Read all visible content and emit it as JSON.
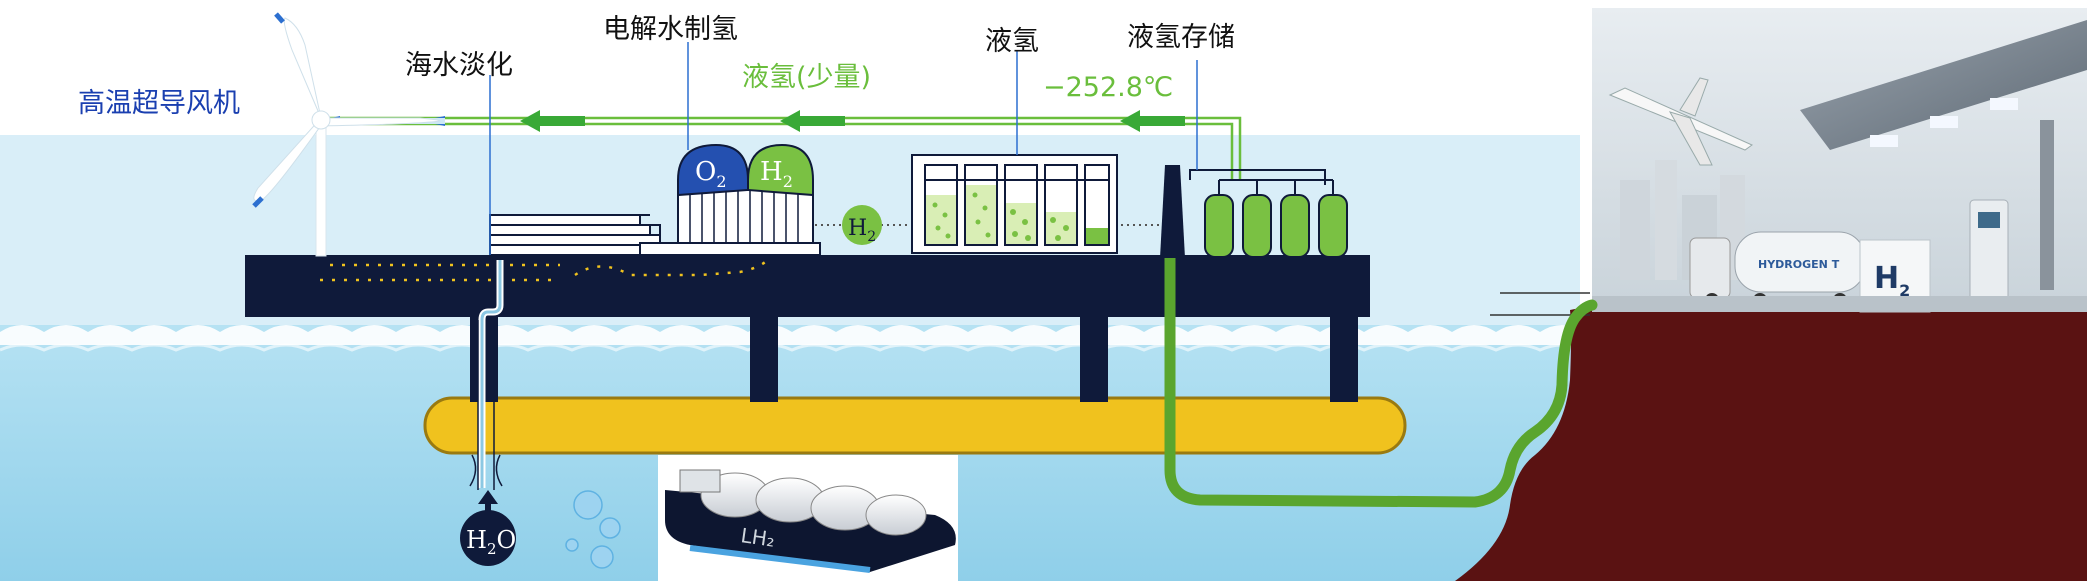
{
  "labels": {
    "turbine": "高温超导风机",
    "desalination": "海水淡化",
    "electrolysis": "电解水制氢",
    "lh2_small": "液氢(少量)",
    "liquid_h2": "液氢",
    "temperature": "−252.8℃",
    "storage": "液氢存储"
  },
  "chem": {
    "o2_main": "O",
    "o2_sub": "2",
    "h2_main": "H",
    "h2_sub": "2",
    "h2o_h": "H",
    "h2o_sub": "2",
    "h2o_o": "O"
  },
  "ship_marking": "LH₂",
  "billboard": {
    "truck_text": "HYDROGEN T",
    "h2_main": "H",
    "h2_sub": "2"
  },
  "colors": {
    "sea": "#a8dcf0",
    "sea_deep": "#8fd0ea",
    "platform": "#0f1a3a",
    "pontoon": "#f0c21e",
    "green_line": "#6abe3c",
    "green_pipe": "#5aa52e",
    "land": "#5a1212",
    "turbine_label": "#1a3fb0"
  }
}
